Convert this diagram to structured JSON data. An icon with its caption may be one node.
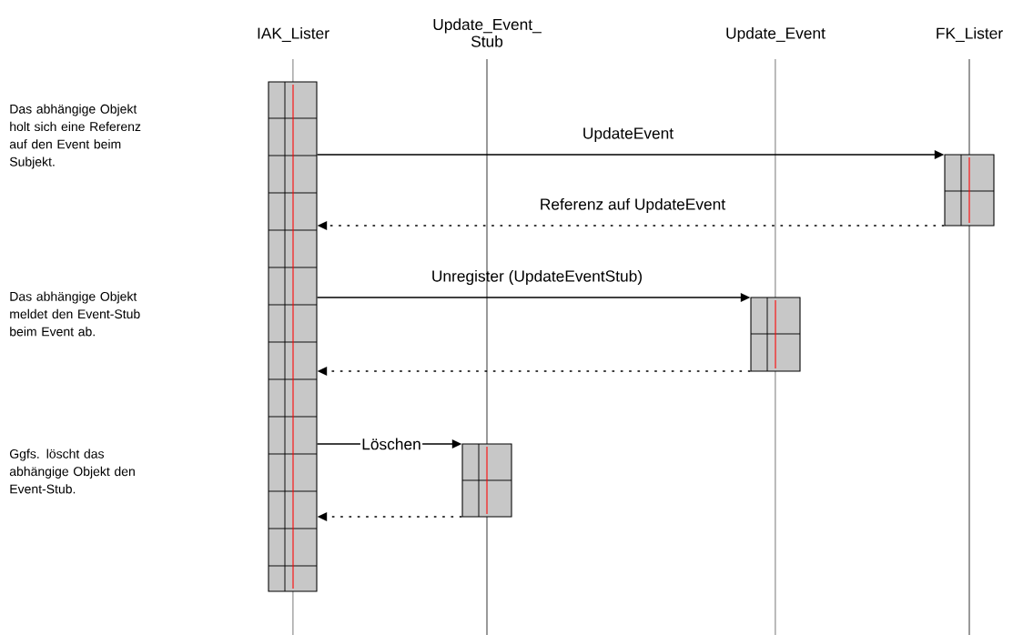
{
  "diagram": {
    "nodes": [
      {
        "text": [
          "IAK_Lister"
        ]
      },
      {
        "text": [
          "Update_Event_ Stub"
        ]
      },
      {
        "text": [
          "Update_Event"
        ]
      },
      {
        "text": [
          "FK_Lister"
        ]
      },
      {
        "text": [],
        "shape": "bar"
      },
      {
        "text": [],
        "shape": "bar"
      },
      {
        "text": [],
        "shape": "bar"
      },
      {
        "text": [],
        "shape": "bar"
      }
    ],
    "edges": [
      {
        "from": 4,
        "to": 5,
        "arrow": "to",
        "label": "UpdateEvent"
      },
      {
        "from": 5,
        "to": 4,
        "arrow": "to",
        "label": "Referenz auf UpdateEvent",
        "style": "dashed"
      },
      {
        "from": 4,
        "to": 6,
        "arrow": "to",
        "label": "Unregister (UpdateEventStub)"
      },
      {
        "from": 6,
        "to": 4,
        "arrow": "to",
        "style": "dashed"
      },
      {
        "from": 4,
        "to": 7,
        "arrow": "to",
        "label": "Löschen"
      },
      {
        "from": 7,
        "to": 4,
        "arrow": "to",
        "style": "dashed"
      }
    ],
    "labels": [
      "Das abhängige Objekt holt sich eine Referenz auf den Event beim Subjekt.",
      "Das abhängige Objekt meldet den Event-Stub beim Event ab.",
      "Ggfs. löscht das abhängige Objekt den Event-Stub."
    ]
  }
}
